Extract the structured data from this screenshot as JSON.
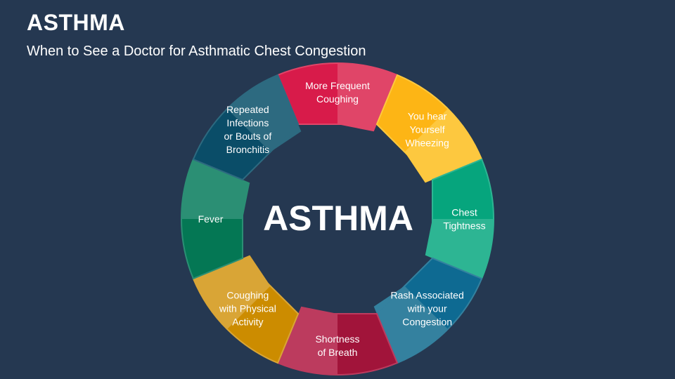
{
  "header": {
    "title": "ASTHMA",
    "subtitle": "When to See a Doctor for Asthmatic Chest Congestion"
  },
  "diagram": {
    "center_label": "ASTHMA",
    "segments": [
      {
        "id": "more-frequent-coughing",
        "lines": [
          "More Frequent",
          "Coughing"
        ],
        "color": "#D81B4A",
        "light": "#E04568"
      },
      {
        "id": "you-hear-yourself-wheezing",
        "lines": [
          "You hear",
          "Yourself",
          "Wheezing"
        ],
        "color": "#FDB515",
        "light": "#FDC83F"
      },
      {
        "id": "chest-tightness",
        "lines": [
          "Chest",
          "Tightness"
        ],
        "color": "#06A57D",
        "light": "#2DB593"
      },
      {
        "id": "rash-associated-with-your-congestion",
        "lines": [
          "Rash Associated",
          "with your",
          "Congestion"
        ],
        "color": "#0E6A92",
        "light": "#34819F"
      },
      {
        "id": "shortness-of-breath",
        "lines": [
          "Shortness",
          "of Breath"
        ],
        "color": "#A1143A",
        "light": "#BC3B5E"
      },
      {
        "id": "coughing-with-physical-activity",
        "lines": [
          "Coughing",
          "with Physical",
          "Activity"
        ],
        "color": "#CC8C00",
        "light": "#D9A536"
      },
      {
        "id": "fever",
        "lines": [
          "Fever"
        ],
        "color": "#047754",
        "light": "#2B8F74"
      },
      {
        "id": "repeated-infections-or-bouts-of-bronchitis",
        "lines": [
          "Repeated",
          "Infections",
          "or Bouts of",
          "Bronchitis"
        ],
        "color": "#0A4D68",
        "light": "#2D6A80"
      }
    ]
  }
}
